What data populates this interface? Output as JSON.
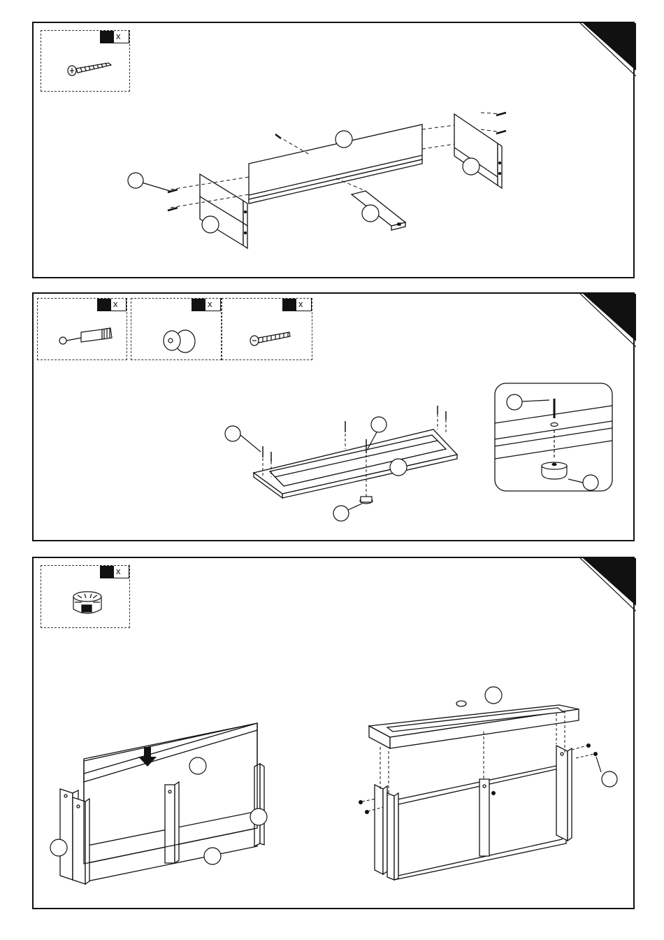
{
  "steps": [
    {
      "hardware": [
        {
          "icon": "screw-icon",
          "qty_label": "x"
        }
      ]
    },
    {
      "hardware": [
        {
          "icon": "cam-bolt-icon",
          "qty_label": "x"
        },
        {
          "icon": "knob-icon",
          "qty_label": "x"
        },
        {
          "icon": "machine-screw-icon",
          "qty_label": "x"
        }
      ]
    },
    {
      "hardware": [
        {
          "icon": "cam-lock-icon",
          "qty_label": "x"
        }
      ]
    }
  ],
  "colors": {
    "ink": "#111111",
    "paper": "#ffffff"
  }
}
